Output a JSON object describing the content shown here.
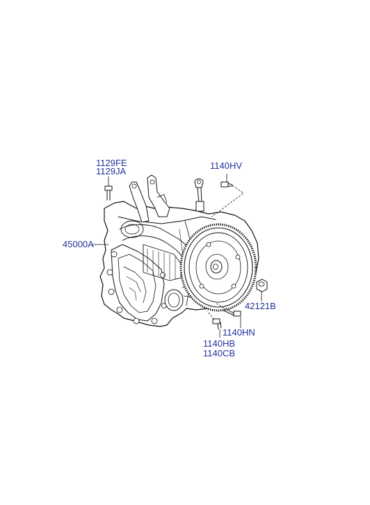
{
  "colors": {
    "label": "#1f2f9a",
    "line": "#111111",
    "background": "#ffffff"
  },
  "labels": {
    "p1129fe": "1129FE",
    "p1129ja": "1129JA",
    "p1140hv": "1140HV",
    "p45000a": "45000A",
    "p42121b": "42121B",
    "p1140hn": "1140HN",
    "p1140hb": "1140HB",
    "p1140cb": "1140CB"
  }
}
